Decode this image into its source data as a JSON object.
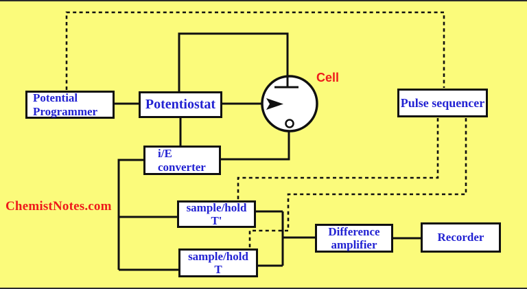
{
  "colors": {
    "background": "#FBFB7B",
    "box_fill": "#FFFFFF",
    "line": "#101010",
    "text_blue": "#2222D2",
    "text_red": "#EE1B1B",
    "frame": "#2B2B2B"
  },
  "watermark": "ChemistNotes.com",
  "nodes": {
    "potential_programmer": {
      "line1": "Potential",
      "line2": "Programmer"
    },
    "potentiostat": {
      "label": "Potentiostat"
    },
    "cell": {
      "label": "Cell"
    },
    "pulse_sequencer": {
      "label": "Pulse sequencer"
    },
    "ie_converter": {
      "line1": "i/E",
      "line2": "converter"
    },
    "sample_hold_t_prime": {
      "line1": "sample/hold",
      "line2": "T'"
    },
    "sample_hold_t": {
      "line1": "sample/hold",
      "line2": "T"
    },
    "difference_amplifier": {
      "line1": "Difference",
      "line2": "amplifier"
    },
    "recorder": {
      "label": "Recorder"
    }
  }
}
